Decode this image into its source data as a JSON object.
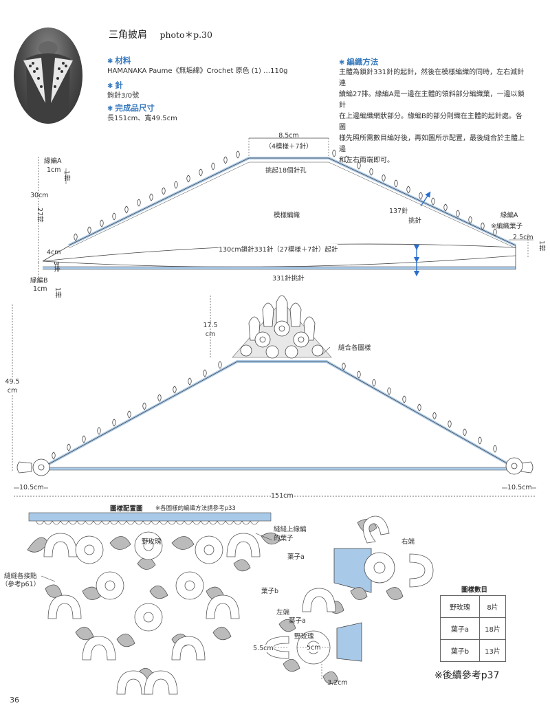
{
  "header": {
    "title": "三角披肩",
    "photo_ref": "photo＊p.30"
  },
  "materials": {
    "heading": "材料",
    "text": "HAMANAKA Paume《無垢綿》Crochet 原色 (1) …110g"
  },
  "needle": {
    "heading": "針",
    "text": "鉤針3/0號"
  },
  "size": {
    "heading": "完成品尺寸",
    "text": "長151cm、寬49.5cm"
  },
  "method": {
    "heading": "編織方法",
    "lines": [
      "主體為鎖針331針的起針，然後在模樣編織的同時，左右減針連",
      "續編27排。緣編A是一邊在主體的領斜部分編織葉，一邊以鎖針",
      "在上邊編織網狀部分。緣編B的部分則織在主體的起針處。各圖",
      "樣先照所需數目編好後，再如圖所示配置，最後縫合於主體上邊",
      "和左右兩端即可。"
    ]
  },
  "diagram1": {
    "top_width": "8.5cm",
    "top_count": "（4模樣＋7針）",
    "pickup_top": "挑起18個針孔",
    "pattern": "模樣編織",
    "side_sts": "137針",
    "side_pickup": "挑針",
    "edge_a_left": "緣編A",
    "edge_a_right": "緣編A",
    "leaf_note": "※編織葉子",
    "right_edge": "2.5cm",
    "right_rows": "1排",
    "edge_a_h": "1cm",
    "edge_a_rows": "1排",
    "height": "30cm",
    "height_rows": "27排",
    "b_h": "4cm",
    "b_rows": "3排",
    "edge_b": "緣編B",
    "edge_b_h": "1cm",
    "edge_b_rows": "1排",
    "chain": "130cm鎖針331針（27模樣＋7針）起針",
    "pickup_bottom": "331針挑針"
  },
  "diagram2": {
    "motif_height": "17.5",
    "motif_unit": "cm",
    "sew_note": "縫合各圖樣",
    "total_height": "49.5",
    "total_unit": "cm",
    "left_end": "10.5cm",
    "right_end": "10.5cm",
    "total_width": "151cm"
  },
  "diagram3": {
    "title": "圖樣配置圖",
    "title_note": "※各圖樣的編織方法請參考p33",
    "sew_leaf": "縫縫上緣編",
    "sew_leaf2": "的葉子",
    "rose": "野玫瑰",
    "leaf_a": "葉子a",
    "leaf_b": "葉子b",
    "join_note": "縫縫各接點",
    "join_ref": "（參考p61）",
    "right_end": "右端",
    "left_end": "左端",
    "left_rose": "野玫瑰",
    "left_leaf_a": "葉子a",
    "dim_55": "5.5cm",
    "dim_5": "5cm",
    "dim_32": "3.2cm"
  },
  "count_table": {
    "title": "圖樣數目",
    "rows": [
      {
        "name": "野玫瑰",
        "count": "8片"
      },
      {
        "name": "葉子a",
        "count": "18片"
      },
      {
        "name": "葉子b",
        "count": "13片"
      }
    ]
  },
  "continued": "※後續參考p37",
  "page_number": "36",
  "colors": {
    "accent": "#3a7bbf",
    "band": "#a9c9e8",
    "line": "#444444"
  }
}
